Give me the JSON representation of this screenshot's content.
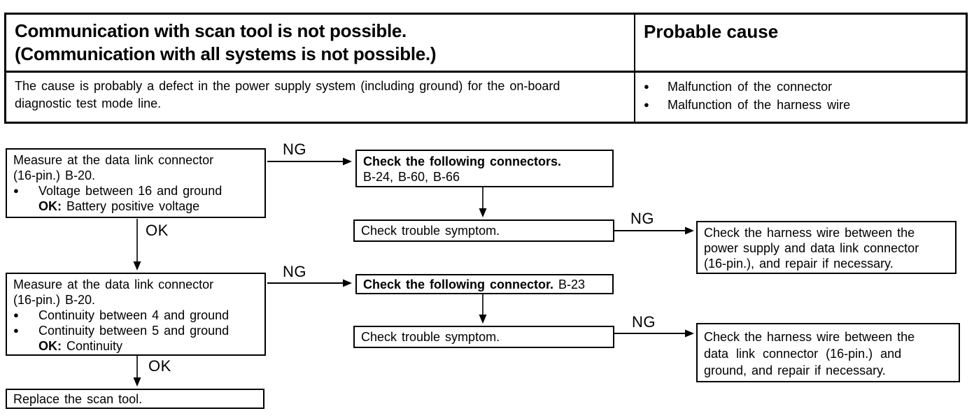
{
  "glyphs": {
    "bullet": "●"
  },
  "header": {
    "title_line1": "Communication with scan tool is not possible.",
    "title_line2": "(Communication with all systems is not possible.)",
    "probable_cause_label": "Probable cause",
    "description_line1": "The cause is probably a defect in the power supply system (including ground) for the on-board",
    "description_line2": "diagnostic test mode line.",
    "causes": [
      "Malfunction of the connector",
      "Malfunction of the harness wire"
    ]
  },
  "flowchart": {
    "ng": "NG",
    "ok": "OK",
    "measure_voltage": {
      "line1": "Measure at the data link connector",
      "line2": "(16-pin.) B-20.",
      "bullets": [
        "Voltage between 16 and ground"
      ],
      "ok_key": "OK:",
      "ok_value": "Battery positive voltage"
    },
    "check_connectors": {
      "title": "Check the following connectors.",
      "detail": "B-24, B-60, B-66"
    },
    "check_symptom_1": "Check trouble symptom.",
    "harness_power": {
      "lines": [
        "Check the harness wire between the",
        "power supply and data link connector",
        "(16-pin.), and repair if necessary."
      ]
    },
    "measure_continuity": {
      "line1": "Measure at the data link connector",
      "line2": "(16-pin.) B-20.",
      "bullets": [
        "Continuity between 4 and ground",
        "Continuity between 5 and ground"
      ],
      "ok_key": "OK:",
      "ok_value": "Continuity"
    },
    "check_connector_b23": {
      "title": "Check the following connector.",
      "detail": "B-23"
    },
    "check_symptom_2": "Check trouble symptom.",
    "harness_ground": {
      "lines": [
        "Check the harness wire between the",
        "data link connector (16-pin.) and",
        "ground, and repair if necessary."
      ]
    },
    "replace_scan_tool": "Replace the scan tool."
  }
}
